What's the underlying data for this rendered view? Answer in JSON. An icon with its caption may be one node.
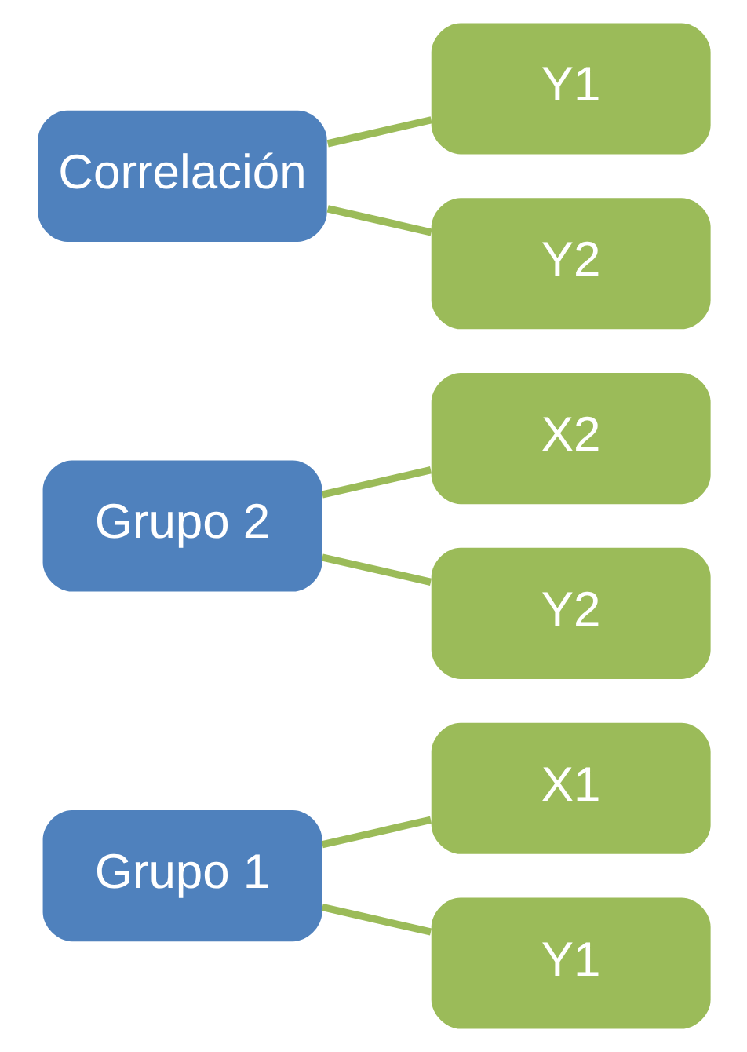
{
  "diagram": {
    "nodes": [
      {
        "text": [
          "Grupo 1"
        ]
      },
      {
        "text": [
          "X1"
        ]
      },
      {
        "text": [
          "Y1"
        ]
      },
      {
        "text": [
          "Grupo 2"
        ]
      },
      {
        "text": [
          "X2"
        ]
      },
      {
        "text": [
          "Y2"
        ]
      },
      {
        "text": [
          "Correlación"
        ]
      },
      {
        "text": [
          "Y1"
        ]
      },
      {
        "text": [
          "Y2"
        ]
      }
    ],
    "edges": [
      {
        "from": 0,
        "to": 1,
        "arrow": "none"
      },
      {
        "from": 0,
        "to": 2,
        "arrow": "none"
      },
      {
        "from": 3,
        "to": 4,
        "arrow": "none"
      },
      {
        "from": 3,
        "to": 5,
        "arrow": "none"
      },
      {
        "from": 6,
        "to": 7,
        "arrow": "none"
      },
      {
        "from": 6,
        "to": 8,
        "arrow": "none"
      }
    ]
  }
}
